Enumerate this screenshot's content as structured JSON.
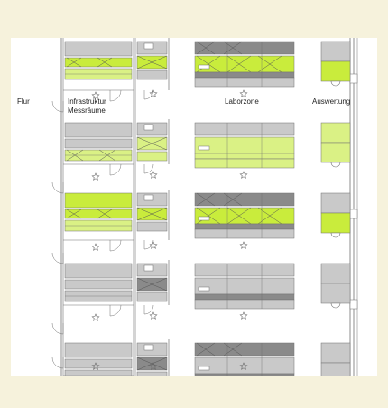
{
  "labels": {
    "flur": "Flur",
    "infrastruktur_line1": "Infrastruktur",
    "infrastruktur_line2": "Messräume",
    "laborzone": "Laborzone",
    "auswertung": "Auswertung"
  },
  "colors": {
    "background": "#f6f2dc",
    "sheet": "#ffffff",
    "highlight_green": "#c9ec3c",
    "highlight_green_light": "#daf185",
    "grey_light": "#c9c9c9",
    "grey_dark": "#8a8a8a",
    "line": "#707070"
  },
  "rows": [
    {
      "highlighted": "top"
    },
    {
      "highlighted": "lab"
    },
    {
      "highlighted": "top"
    },
    {
      "highlighted": "none"
    },
    {
      "highlighted": "none"
    }
  ]
}
